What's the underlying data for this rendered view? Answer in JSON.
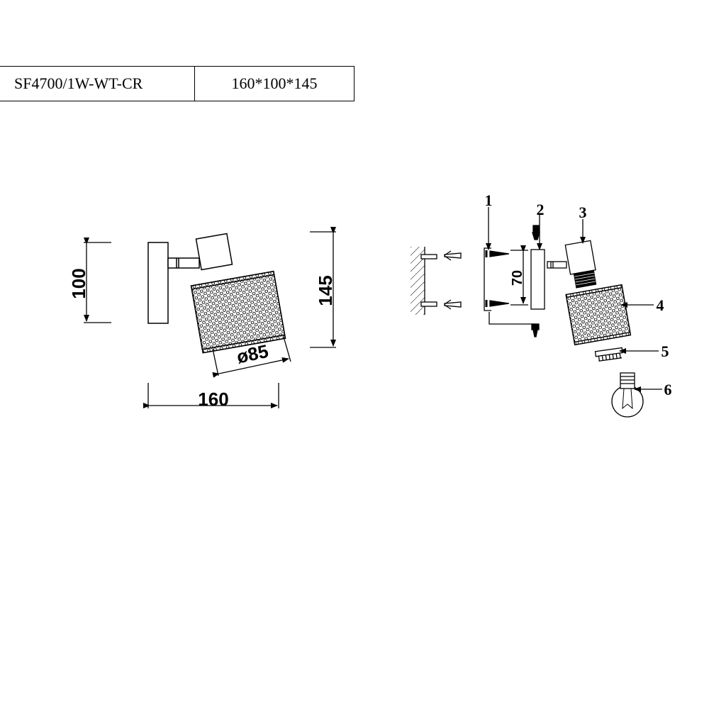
{
  "spec": {
    "model": "SF4700/1W-WT-CR",
    "dimensions": "160*100*145"
  },
  "drawing": {
    "dim_height_base": "100",
    "dim_height_total": "145",
    "dim_width": "160",
    "dim_diameter": "ø85",
    "dim_screw_spacing": "70"
  },
  "parts": [
    {
      "label": "1"
    },
    {
      "label": "2"
    },
    {
      "label": "3"
    },
    {
      "label": "4"
    },
    {
      "label": "5"
    },
    {
      "label": "6"
    }
  ]
}
